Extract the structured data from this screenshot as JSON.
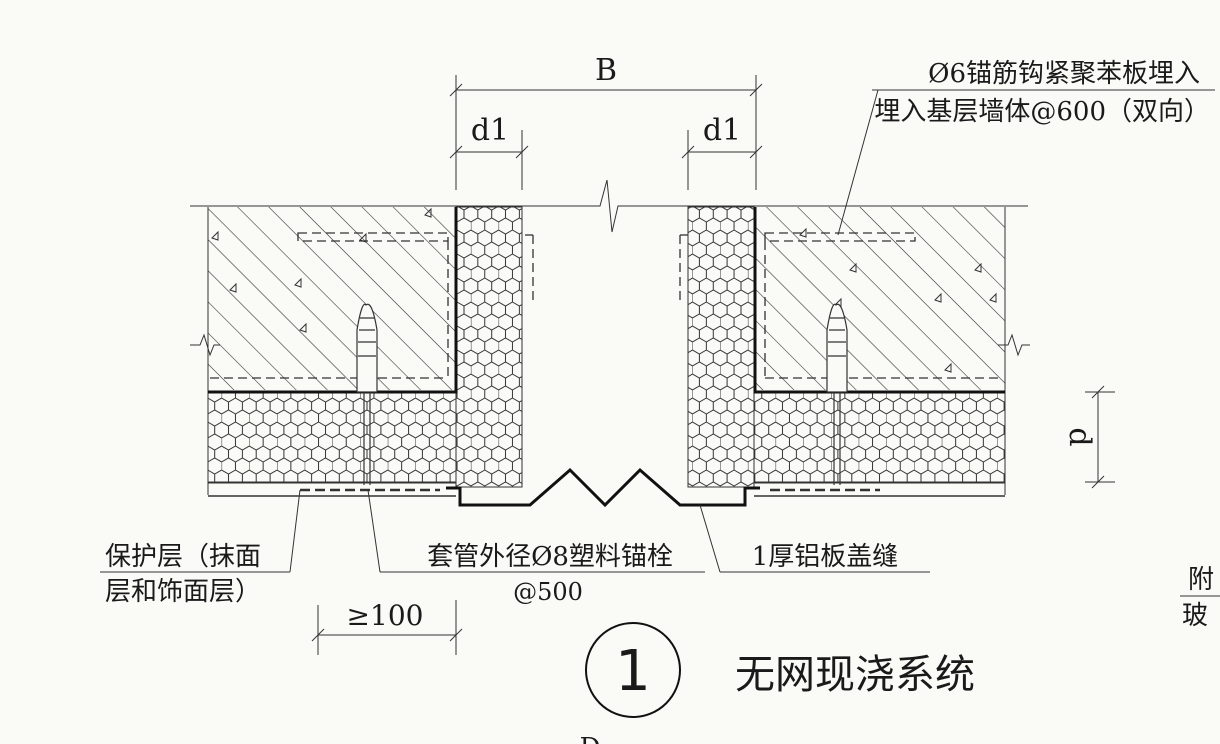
{
  "dimensions": {
    "total_width": "B",
    "left_offset": "d1",
    "right_offset": "d1",
    "insulation_thickness": "d",
    "min_overlap": "≥100"
  },
  "annotations": {
    "anchor_rebar_line1": "Ø6锚筋钩紧聚苯板埋入",
    "anchor_rebar_line2": "埋入基层墙体@600（双向）",
    "protective_layer_line1": "保护层（抹面",
    "protective_layer_line2": "层和饰面层）",
    "plastic_anchor_line1": "套管外径Ø8塑料锚栓",
    "plastic_anchor_line2": "@500",
    "aluminum_cover": "1厚铝板盖缝"
  },
  "title": {
    "number": "1",
    "text": "无网现浇系统"
  },
  "fragments": {
    "right_edge_top": "附",
    "right_edge_bottom": "玻",
    "bottom_cut": "D"
  },
  "colors": {
    "ink": "#1a1a1a",
    "paper": "#fafaf7"
  }
}
